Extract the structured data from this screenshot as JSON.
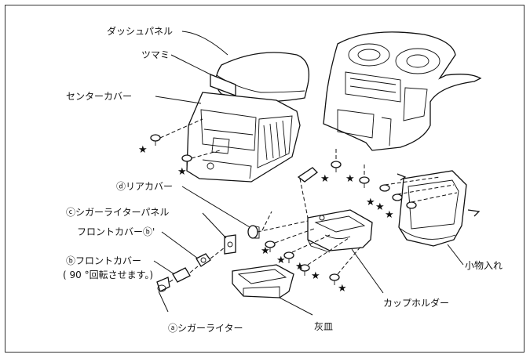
{
  "labels": {
    "dash_panel": "ダッシュパネル",
    "knob": "ツマミ",
    "center_cover": "センターカバー",
    "rear_cover": "ⓓリアカバー",
    "cigar_lighter_panel": "ⓒシガーライターパネル",
    "front_cover_b_prime": "フロントカバーⓑ'",
    "front_cover_b": "ⓑフロントカバー",
    "rotate_note": "( 90 °回転させます。)",
    "cigar_lighter": "ⓐシガーライター",
    "ashtray": "灰皿",
    "cup_holder": "カップホルダー",
    "small_tray": "小物入れ"
  },
  "marker_symbol": "★"
}
